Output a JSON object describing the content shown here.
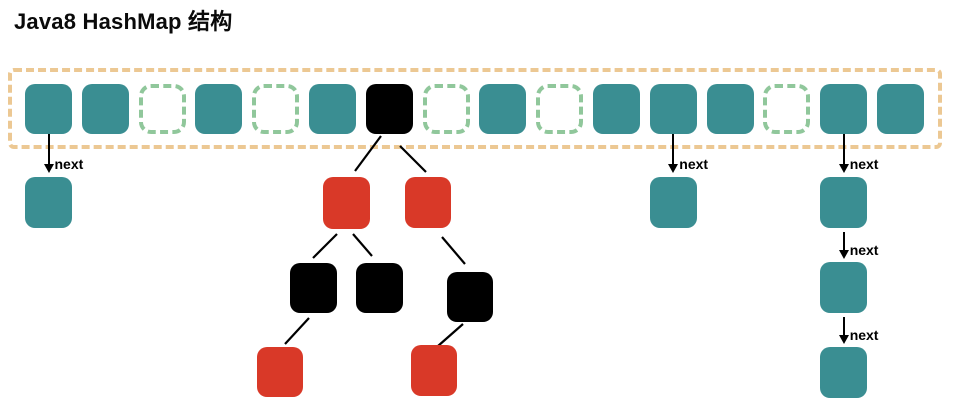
{
  "title": "Java8 HashMap 结构",
  "legend_colors": {
    "bucket_used": "#3A8E92",
    "bucket_empty_border": "#90C79B",
    "array_border": "#ECC893",
    "tree_red": "#D93928",
    "tree_black": "#000000"
  },
  "bucket_array": {
    "slot_count": 16,
    "cells": [
      {
        "index": 0,
        "state": "used"
      },
      {
        "index": 1,
        "state": "used"
      },
      {
        "index": 2,
        "state": "empty"
      },
      {
        "index": 3,
        "state": "used"
      },
      {
        "index": 4,
        "state": "empty"
      },
      {
        "index": 5,
        "state": "used"
      },
      {
        "index": 6,
        "state": "treeroot"
      },
      {
        "index": 7,
        "state": "empty"
      },
      {
        "index": 8,
        "state": "used"
      },
      {
        "index": 9,
        "state": "empty"
      },
      {
        "index": 10,
        "state": "used"
      },
      {
        "index": 11,
        "state": "used"
      },
      {
        "index": 12,
        "state": "used"
      },
      {
        "index": 13,
        "state": "empty"
      },
      {
        "index": 14,
        "state": "used"
      },
      {
        "index": 15,
        "state": "used"
      }
    ]
  },
  "linked_lists": [
    {
      "bucket_index": 0,
      "node_count": 1,
      "arrow_label": "next"
    },
    {
      "bucket_index": 11,
      "node_count": 1,
      "arrow_label": "next"
    },
    {
      "bucket_index": 14,
      "node_count": 3,
      "arrow_label": "next"
    }
  ],
  "red_black_tree": {
    "bucket_index": 6,
    "root_color": "black",
    "nodes": [
      {
        "id": "L",
        "color": "red",
        "parent": "root"
      },
      {
        "id": "R",
        "color": "red",
        "parent": "root"
      },
      {
        "id": "LL",
        "color": "black",
        "parent": "L"
      },
      {
        "id": "LR",
        "color": "black",
        "parent": "L"
      },
      {
        "id": "RR",
        "color": "black",
        "parent": "R"
      },
      {
        "id": "LLL",
        "color": "red",
        "parent": "LL"
      },
      {
        "id": "RRL",
        "color": "red",
        "parent": "RR"
      }
    ]
  }
}
